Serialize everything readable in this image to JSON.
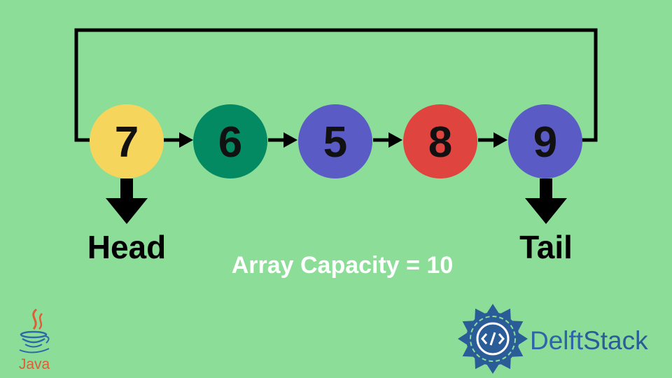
{
  "nodes": [
    {
      "value": "7",
      "color": "#f6d55c"
    },
    {
      "value": "6",
      "color": "#038a63"
    },
    {
      "value": "5",
      "color": "#5b5bc6"
    },
    {
      "value": "8",
      "color": "#e0443f"
    },
    {
      "value": "9",
      "color": "#5b5bc6"
    }
  ],
  "labels": {
    "head": "Head",
    "tail": "Tail",
    "capacity": "Array Capacity = 10"
  },
  "logos": {
    "java": "Java",
    "brand_part1": "Delft",
    "brand_part2": "Stack",
    "brand_color_1": "#2f64a8",
    "brand_color_2": "#2a5c98"
  },
  "icons": {
    "java": "java-cup-icon",
    "delftstack": "mandala-code-icon"
  }
}
